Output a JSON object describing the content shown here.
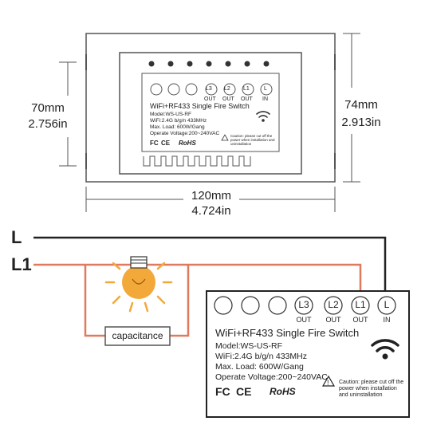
{
  "dimensions": {
    "height_small_mm": "70mm",
    "height_small_in": "2.756in",
    "height_large_mm": "74mm",
    "height_large_in": "2.913in",
    "width_mm": "120mm",
    "width_in": "4.724in"
  },
  "wires": {
    "line_label": "L",
    "load_label": "L1",
    "capacitance_label": "capacitance"
  },
  "terminals": [
    {
      "label": "L3",
      "sub": "OUT"
    },
    {
      "label": "L2",
      "sub": "OUT"
    },
    {
      "label": "L1",
      "sub": "OUT"
    },
    {
      "label": "L",
      "sub": "IN"
    }
  ],
  "module": {
    "title": "WiFi+RF433 Single Fire Switch",
    "model": "Model:WS-US-RF",
    "wifi": "WiFi:2.4G b/g/n 433MHz",
    "max_load": "Max. Load: 600W/Gang",
    "voltage": "Operate Voltage:200~240VAC",
    "caution": "Caution: please cut off the power when installation and uninstallation",
    "marks": [
      "FC",
      "CE",
      "RoHS"
    ]
  },
  "colors": {
    "wire_line": "#222222",
    "wire_load": "#e07a5f",
    "bulb": "#f3a93a"
  }
}
